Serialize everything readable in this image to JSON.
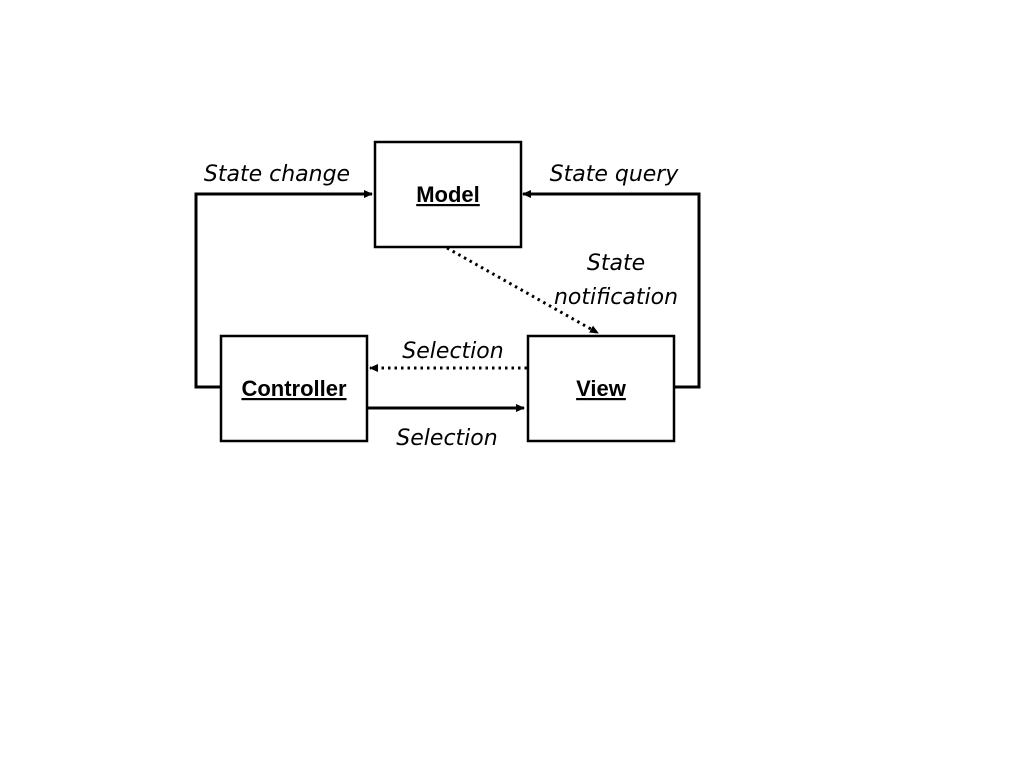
{
  "nodes": {
    "model": {
      "label": "Model"
    },
    "controller": {
      "label": "Controller"
    },
    "view": {
      "label": "View"
    }
  },
  "edges": {
    "state_change": {
      "label": "State change",
      "from": "controller",
      "to": "model",
      "style": "solid"
    },
    "state_query": {
      "label": "State query",
      "from": "view",
      "to": "model",
      "style": "solid"
    },
    "state_notification": {
      "label_line1": "State",
      "label_line2": "notification",
      "from": "model",
      "to": "view",
      "style": "dotted"
    },
    "selection_to_controller": {
      "label": "Selection",
      "from": "view",
      "to": "controller",
      "style": "dotted"
    },
    "selection_to_view": {
      "label": "Selection",
      "from": "controller",
      "to": "view",
      "style": "solid"
    }
  }
}
